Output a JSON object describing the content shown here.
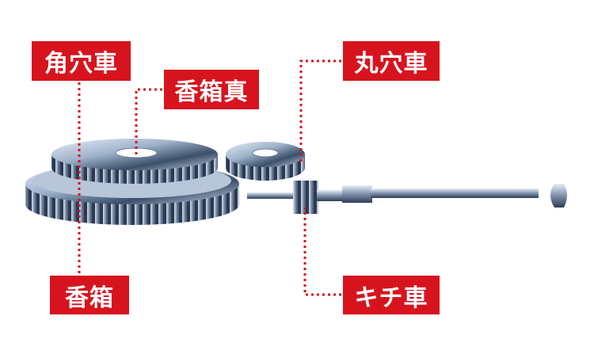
{
  "colors": {
    "accent": "#d7141e",
    "metal": "#8fa6c2"
  },
  "labels": {
    "ratchet_wheel": "角穴車",
    "barrel_arbor": "香箱真",
    "crown_wheel": "丸穴車",
    "barrel": "香箱",
    "clutch_wheel": "キチ車"
  }
}
